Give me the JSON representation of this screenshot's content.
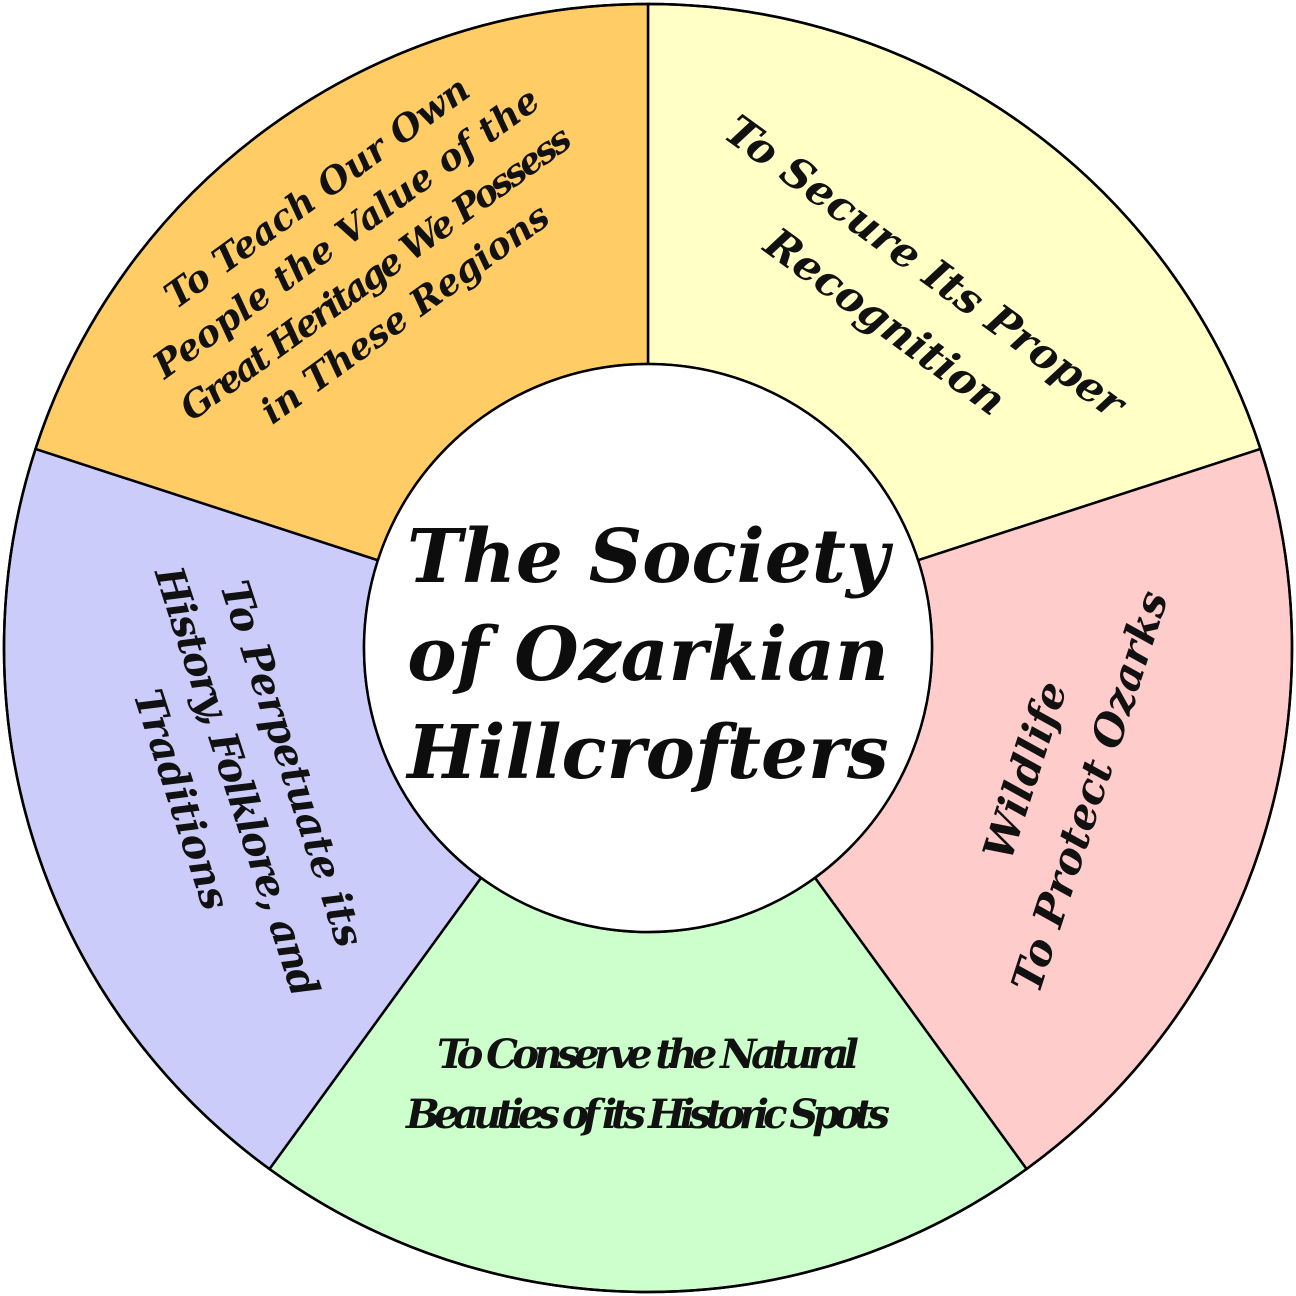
{
  "center": {
    "lines": [
      "The Society",
      "of Ozarkian",
      "Hillcrofters"
    ]
  },
  "segments": [
    {
      "id": "recognition",
      "color": "#ffffc6",
      "lines": [
        "To Secure Its Proper",
        "Recognition"
      ]
    },
    {
      "id": "wildlife",
      "color": "#ffcccc",
      "lines": [
        "To Protect Ozarks",
        "Wildlife"
      ]
    },
    {
      "id": "natural-beauties",
      "color": "#ccffcc",
      "lines": [
        "To Conserve the Natural",
        "Beauties of its Historic Spots"
      ]
    },
    {
      "id": "history",
      "color": "#ccccfa",
      "lines": [
        "To Perpetuate its",
        "History, Folklore, and",
        "Traditions"
      ]
    },
    {
      "id": "heritage",
      "color": "#ffcc66",
      "lines": [
        "To Teach Our Own",
        "People the Value of the",
        "Great Heritage We Possess",
        "in These Regions"
      ]
    }
  ],
  "outline_color": "#000000",
  "center_fill": "#ffffff"
}
